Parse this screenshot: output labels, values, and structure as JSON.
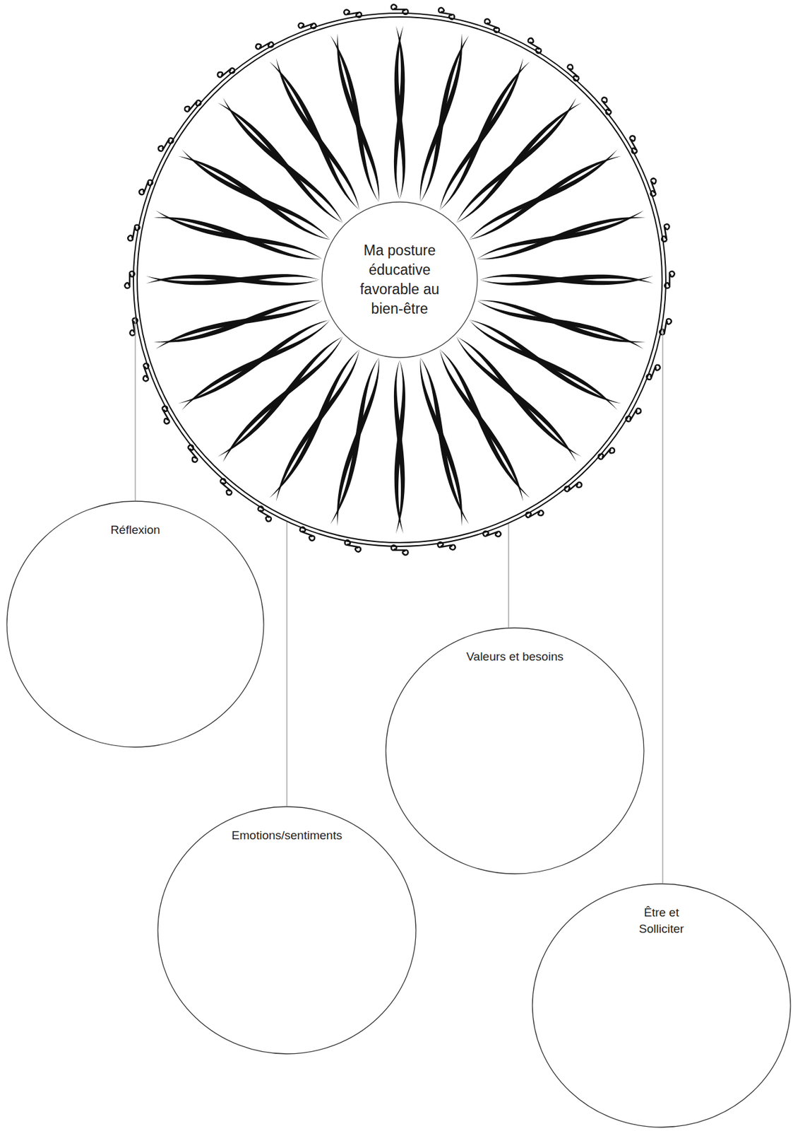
{
  "diagram": {
    "nodes": [
      {
        "text": [
          "Ma posture éducative favorable au bien-être"
        ]
      },
      {
        "text": [
          "Réflexion"
        ]
      },
      {
        "text": [
          "Valeurs et besoins"
        ]
      },
      {
        "text": [
          "Emotions/sentiments"
        ]
      },
      {
        "text": [
          "Être et Solliciter"
        ]
      }
    ],
    "edges": [
      {
        "from": 0,
        "to": 1,
        "arrow": "none"
      },
      {
        "from": 0,
        "to": 2,
        "arrow": "none"
      },
      {
        "from": 0,
        "to": 3,
        "arrow": "none"
      },
      {
        "from": 0,
        "to": 4,
        "arrow": "none"
      }
    ]
  }
}
